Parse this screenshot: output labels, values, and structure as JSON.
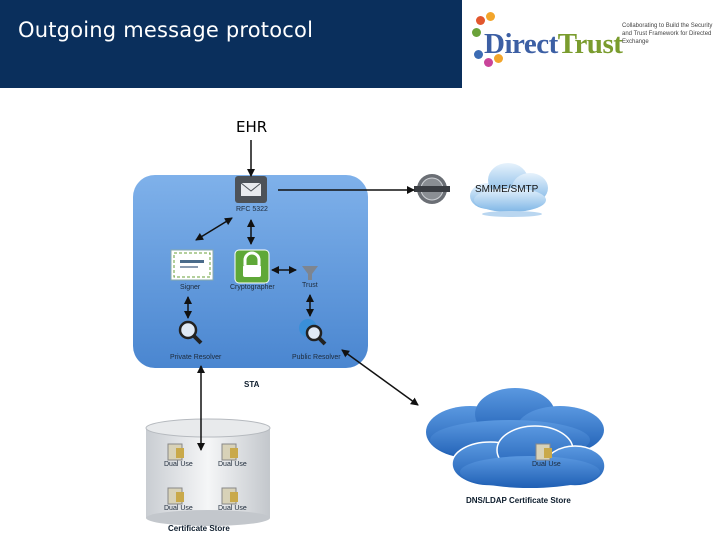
{
  "header": {
    "title": "Outgoing message protocol"
  },
  "logo": {
    "wordmark_a": "Direct",
    "wordmark_b": "Trust",
    "tagline": "Collaborating to Build the Security and Trust Framework for Directed Exchange"
  },
  "diagram": {
    "ehr": "EHR",
    "smime": "SMIME/SMTP",
    "rfc": "RFC 5322",
    "signer": "Signer",
    "cryptographer": "Cryptographer",
    "trust": "Trust",
    "private_resolver": "Private Resolver",
    "public_resolver": "Public Resolver",
    "sta": "STA",
    "dual_use_1": "Dual Use",
    "dual_use_2": "Dual Use",
    "dual_use_3": "Dual Use",
    "dual_use_4": "Dual Use",
    "dual_use_cloud": "Dual Use",
    "certificate_store": "Certificate Store",
    "dns_ldap_store": "DNS/LDAP Certificate Store"
  },
  "colors": {
    "header_bg": "#0a2f5c",
    "sta_box": "#5b95d9",
    "cloud": "#2f6fc6",
    "smime_cloud": "#6aa6e0"
  }
}
